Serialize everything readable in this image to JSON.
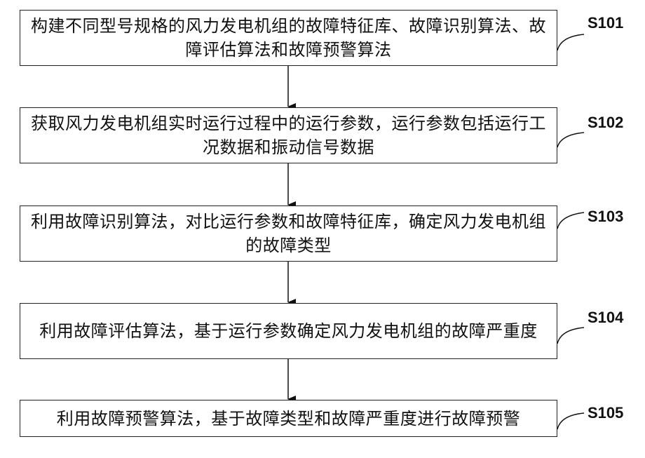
{
  "flowchart": {
    "steps": [
      {
        "id": "S101",
        "text": "构建不同型号规格的风力发电机组的故障特征库、故障识别算法、故障评估算法和故障预警算法"
      },
      {
        "id": "S102",
        "text": "获取风力发电机组实时运行过程中的运行参数，运行参数包括运行工况数据和振动信号数据"
      },
      {
        "id": "S103",
        "text": "利用故障识别算法，对比运行参数和故障特征库，确定风力发电机组的故障类型"
      },
      {
        "id": "S104",
        "text": "利用故障评估算法，基于运行参数确定风力发电机组的故障严重度"
      },
      {
        "id": "S105",
        "text": "利用故障预警算法，基于故障类型和故障严重度进行故障预警"
      }
    ]
  }
}
